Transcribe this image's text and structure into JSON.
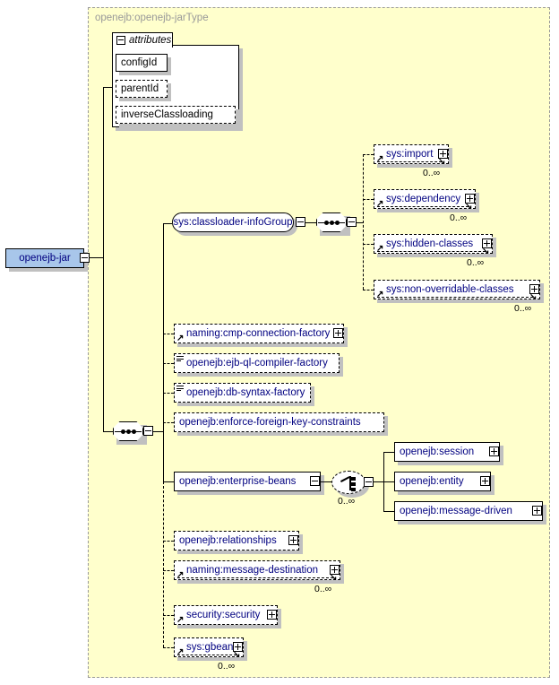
{
  "diagram": {
    "title": "openejb-jar XML Schema element diagram",
    "root_element": {
      "label": "openejb-jar",
      "toggle": "minus",
      "color": "#a8c6ea"
    },
    "content_type": {
      "label": "openejb:openejb-jarType",
      "color": "#ffffcc"
    },
    "attributes_group": {
      "label": "attributes",
      "toggle": "minus",
      "items": [
        {
          "label": "configId",
          "required": true
        },
        {
          "label": "parentId",
          "required": false
        },
        {
          "label": "inverseClassloading",
          "required": false
        }
      ]
    },
    "group_ref": {
      "label": "sys:classloader-infoGroup",
      "toggle": "minus"
    },
    "group_sequence": {
      "symbol": "sequence",
      "toggle": "minus"
    },
    "group_children": [
      {
        "label": "sys:import",
        "toggle": "plus",
        "required": false,
        "repeat": true,
        "occurs": "0..∞",
        "icon": "arrow-icon"
      },
      {
        "label": "sys:dependency",
        "toggle": "plus",
        "required": false,
        "repeat": true,
        "occurs": "0..∞",
        "icon": "arrow-icon"
      },
      {
        "label": "sys:hidden-classes",
        "toggle": "plus",
        "required": false,
        "repeat": true,
        "occurs": "0..∞",
        "icon": "arrow-icon"
      },
      {
        "label": "sys:non-overridable-classes",
        "toggle": "plus",
        "required": false,
        "repeat": true,
        "occurs": "0..∞",
        "icon": "arrow-icon"
      }
    ],
    "main_sequence": {
      "symbol": "sequence",
      "toggle": "minus"
    },
    "main_children": [
      {
        "label": "naming:cmp-connection-factory",
        "toggle": "plus",
        "required": false,
        "repeat": false,
        "occurs": "",
        "icon": "arrow-icon"
      },
      {
        "label": "openejb:ejb-ql-compiler-factory",
        "toggle": "none",
        "required": false,
        "repeat": false,
        "occurs": "",
        "icon": "lines-icon"
      },
      {
        "label": "openejb:db-syntax-factory",
        "toggle": "none",
        "required": false,
        "repeat": false,
        "occurs": "",
        "icon": "lines-icon"
      },
      {
        "label": "openejb:enforce-foreign-key-constraints",
        "toggle": "none",
        "required": false,
        "repeat": false,
        "occurs": "",
        "icon": "none"
      },
      {
        "label": "openejb:enterprise-beans",
        "toggle": "minus",
        "required": true,
        "repeat": false,
        "occurs": "",
        "icon": "none"
      },
      {
        "label": "openejb:relationships",
        "toggle": "plus",
        "required": false,
        "repeat": false,
        "occurs": "",
        "icon": "none"
      },
      {
        "label": "naming:message-destination",
        "toggle": "plus",
        "required": false,
        "repeat": true,
        "occurs": "0..∞",
        "icon": "arrow-icon"
      },
      {
        "label": "security:security",
        "toggle": "plus",
        "required": false,
        "repeat": false,
        "occurs": "",
        "icon": "arrow-icon"
      },
      {
        "label": "sys:gbean",
        "toggle": "plus",
        "required": false,
        "repeat": true,
        "occurs": "0..∞",
        "icon": "arrow-icon"
      }
    ],
    "beans_choice": {
      "symbol": "choice",
      "toggle": "minus",
      "occurs": "0..∞"
    },
    "beans_children": [
      {
        "label": "openejb:session",
        "toggle": "plus",
        "required": true
      },
      {
        "label": "openejb:entity",
        "toggle": "plus",
        "required": true
      },
      {
        "label": "openejb:message-driven",
        "toggle": "plus",
        "required": true
      }
    ]
  }
}
